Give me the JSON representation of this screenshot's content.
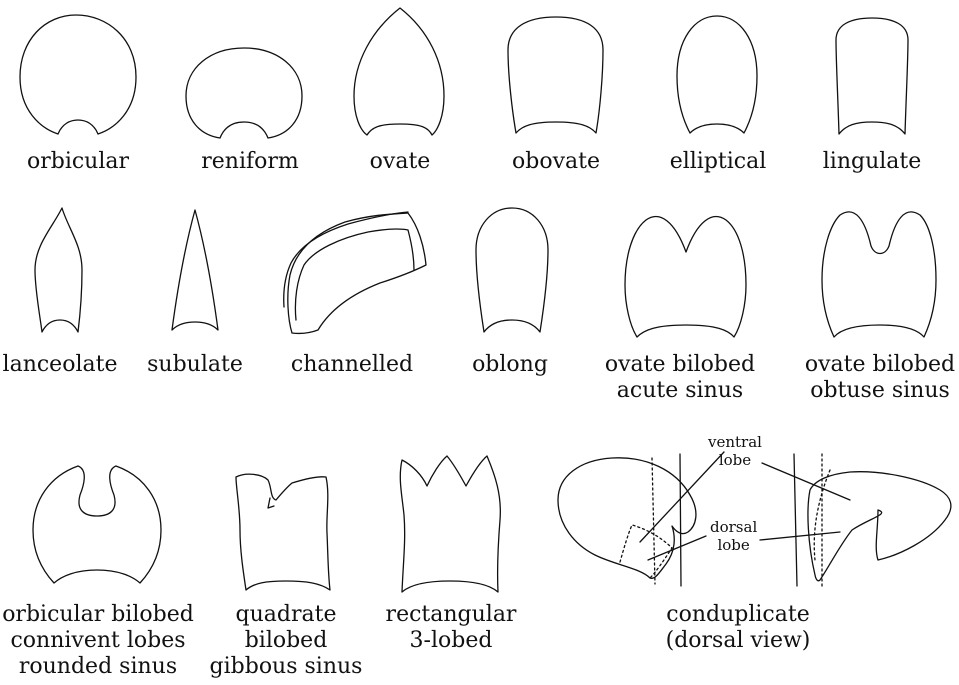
{
  "captions": {
    "orbicular": [
      "orbicular"
    ],
    "reniform": [
      "reniform"
    ],
    "ovate": [
      "ovate"
    ],
    "obovate": [
      "obovate"
    ],
    "elliptical": [
      "elliptical"
    ],
    "lingulate": [
      "lingulate"
    ],
    "lanceolate": [
      "lanceolate"
    ],
    "subulate": [
      "subulate"
    ],
    "channelled": [
      "channelled"
    ],
    "oblong": [
      "oblong"
    ],
    "ovate_bilobed_acute": [
      "ovate bilobed",
      "acute sinus"
    ],
    "ovate_bilobed_obtuse": [
      "ovate bilobed",
      "obtuse sinus"
    ],
    "orbicular_bilobed": [
      "orbicular bilobed",
      "connivent lobes",
      "rounded sinus"
    ],
    "quadrate_bilobed": [
      "quadrate",
      "bilobed",
      "gibbous sinus"
    ],
    "rectangular_3lobed": [
      "rectangular",
      "3-lobed"
    ],
    "conduplicate": [
      "conduplicate",
      "(dorsal view)"
    ]
  },
  "annotations": {
    "ventral_lobe": [
      "ventral",
      "lobe"
    ],
    "dorsal_lobe": [
      "dorsal",
      "lobe"
    ]
  }
}
